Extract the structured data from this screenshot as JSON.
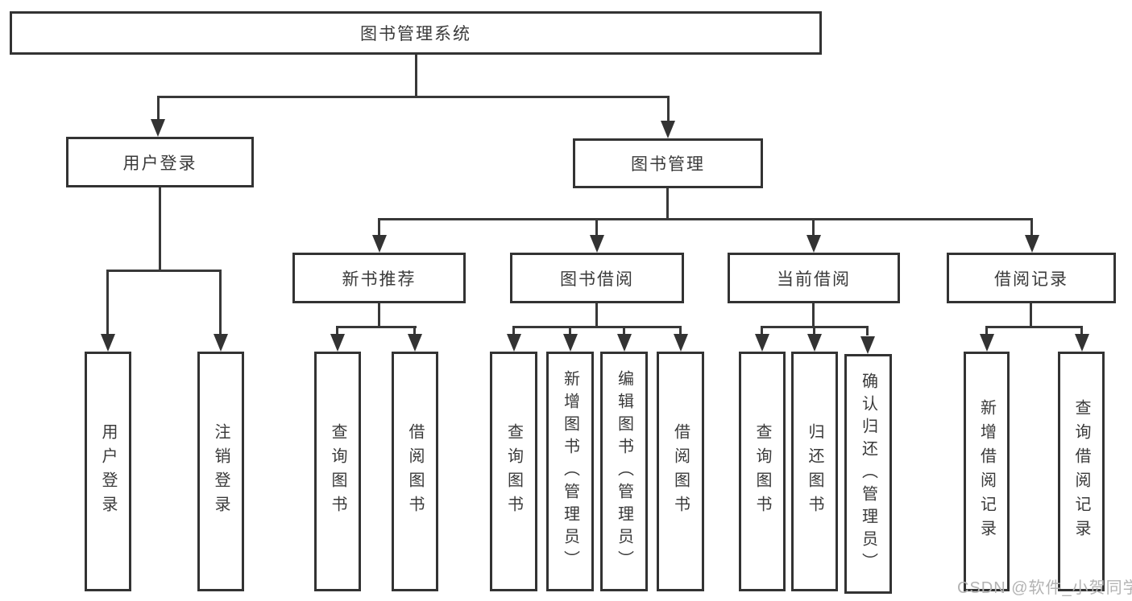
{
  "tree": {
    "root": {
      "label": "图书管理系统"
    },
    "children": [
      {
        "label": "用户登录",
        "children": [
          {
            "label": "用户登录"
          },
          {
            "label": "注销登录"
          }
        ]
      },
      {
        "label": "图书管理",
        "children": [
          {
            "label": "新书推荐",
            "children": [
              {
                "label": "查询图书"
              },
              {
                "label": "借阅图书"
              }
            ]
          },
          {
            "label": "图书借阅",
            "children": [
              {
                "label": "查询图书"
              },
              {
                "label": "新增图书（管理员）"
              },
              {
                "label": "编辑图书（管理员）"
              },
              {
                "label": "借阅图书"
              }
            ]
          },
          {
            "label": "当前借阅",
            "children": [
              {
                "label": "查询图书"
              },
              {
                "label": "归还图书"
              },
              {
                "label": "确认归还（管理员）"
              }
            ]
          },
          {
            "label": "借阅记录",
            "children": [
              {
                "label": "新增借阅记录"
              },
              {
                "label": "查询借阅记录"
              }
            ]
          }
        ]
      }
    ]
  },
  "watermark": {
    "text": "CSDN @软件_小贺同学"
  },
  "colors": {
    "line": "#383838",
    "border": "#333333",
    "text": "#3a3a3a",
    "watermark": "#b3b3b3",
    "background": "#ffffff"
  }
}
